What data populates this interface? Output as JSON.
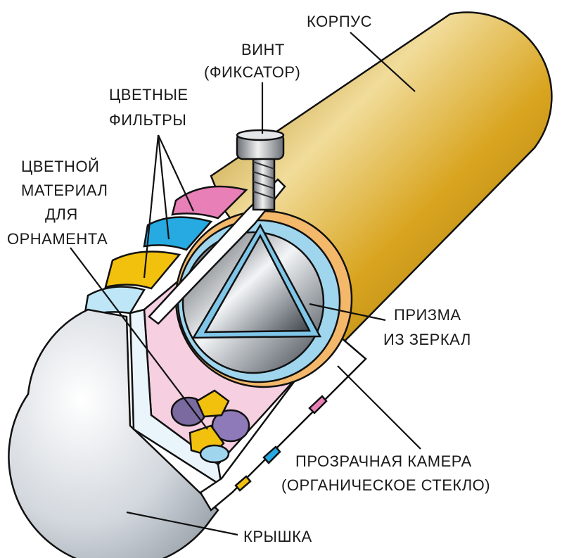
{
  "labels": {
    "korpus": "КОРПУС",
    "vint_line1": "ВИНТ",
    "vint_line2": "(ФИКСАТОР)",
    "filtry_line1": "ЦВЕТНЫЕ",
    "filtry_line2": "ФИЛЬТРЫ",
    "material_line1": "ЦВЕТНОЙ",
    "material_line2": "МАТЕРИАЛ",
    "material_line3": "ДЛЯ",
    "material_line4": "ОРНАМЕНТА",
    "prizma_line1": "ПРИЗМА",
    "prizma_line2": "ИЗ ЗЕРКАЛ",
    "kamera_line1": "ПРОЗРАЧНАЯ КАМЕРА",
    "kamera_line2": "(ОРГАНИЧЕСКОЕ СТЕКЛО)",
    "kryshka": "КРЫШКА"
  },
  "colors": {
    "body_gold": "#d9a520",
    "filter_pink": "#e87fb6",
    "filter_blue": "#27a9e1",
    "filter_yellow": "#f2c10e",
    "chamber_tint": "#f6cfe1",
    "cap_grey": "#c9cfd6"
  }
}
